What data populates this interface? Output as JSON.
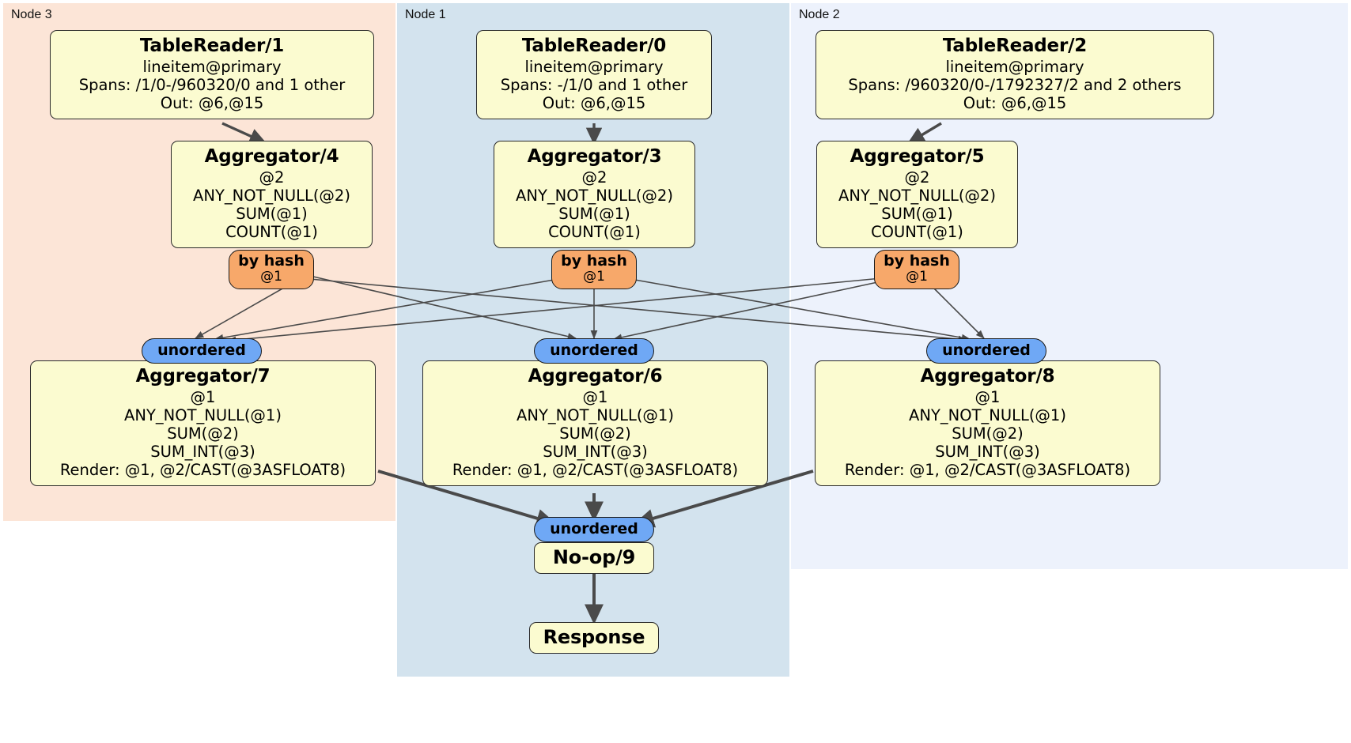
{
  "diagram": {
    "type": "distributed-query-plan",
    "title": "Distributed SQL physical plan"
  },
  "colors": {
    "node3_bg": "#fce5d7",
    "node1_bg": "#d3e3ee",
    "node2_bg": "#edf2fc",
    "processor_bg": "#fbfbd0",
    "hash_router_bg": "#f7a86a",
    "unordered_bg": "#6fa8f5",
    "edge": "#4a4a4a",
    "border": "#2a2a2a"
  },
  "nodes": [
    {
      "id": "node3",
      "label": "Node 3"
    },
    {
      "id": "node1",
      "label": "Node 1"
    },
    {
      "id": "node2",
      "label": "Node 2"
    }
  ],
  "processors": {
    "table_reader_1": {
      "title": "TableReader/1",
      "lines": [
        "lineitem@primary",
        "Spans: /1/0-/960320/0 and 1 other",
        "Out: @6,@15"
      ]
    },
    "table_reader_0": {
      "title": "TableReader/0",
      "lines": [
        "lineitem@primary",
        "Spans: -/1/0 and 1 other",
        "Out: @6,@15"
      ]
    },
    "table_reader_2": {
      "title": "TableReader/2",
      "lines": [
        "lineitem@primary",
        "Spans: /960320/0-/1792327/2 and 2 others",
        "Out: @6,@15"
      ]
    },
    "aggregator_4": {
      "title": "Aggregator/4",
      "lines": [
        "@2",
        "ANY_NOT_NULL(@2)",
        "SUM(@1)",
        "COUNT(@1)"
      ]
    },
    "aggregator_3": {
      "title": "Aggregator/3",
      "lines": [
        "@2",
        "ANY_NOT_NULL(@2)",
        "SUM(@1)",
        "COUNT(@1)"
      ]
    },
    "aggregator_5": {
      "title": "Aggregator/5",
      "lines": [
        "@2",
        "ANY_NOT_NULL(@2)",
        "SUM(@1)",
        "COUNT(@1)"
      ]
    },
    "aggregator_7": {
      "title": "Aggregator/7",
      "lines": [
        "@1",
        "ANY_NOT_NULL(@1)",
        "SUM(@2)",
        "SUM_INT(@3)",
        "Render: @1, @2/CAST(@3ASFLOAT8)"
      ]
    },
    "aggregator_6": {
      "title": "Aggregator/6",
      "lines": [
        "@1",
        "ANY_NOT_NULL(@1)",
        "SUM(@2)",
        "SUM_INT(@3)",
        "Render: @1, @2/CAST(@3ASFLOAT8)"
      ]
    },
    "aggregator_8": {
      "title": "Aggregator/8",
      "lines": [
        "@1",
        "ANY_NOT_NULL(@1)",
        "SUM(@2)",
        "SUM_INT(@3)",
        "Render: @1, @2/CAST(@3ASFLOAT8)"
      ]
    },
    "noop_9": {
      "title": "No-op/9",
      "lines": []
    },
    "response": {
      "title": "Response",
      "lines": []
    }
  },
  "routers": {
    "hash_left": {
      "label": "by hash",
      "column": "@1"
    },
    "hash_mid": {
      "label": "by hash",
      "column": "@1"
    },
    "hash_right": {
      "label": "by hash",
      "column": "@1"
    }
  },
  "synchronizers": {
    "unordered_left": {
      "label": "unordered"
    },
    "unordered_mid": {
      "label": "unordered"
    },
    "unordered_right": {
      "label": "unordered"
    },
    "unordered_final": {
      "label": "unordered"
    }
  }
}
